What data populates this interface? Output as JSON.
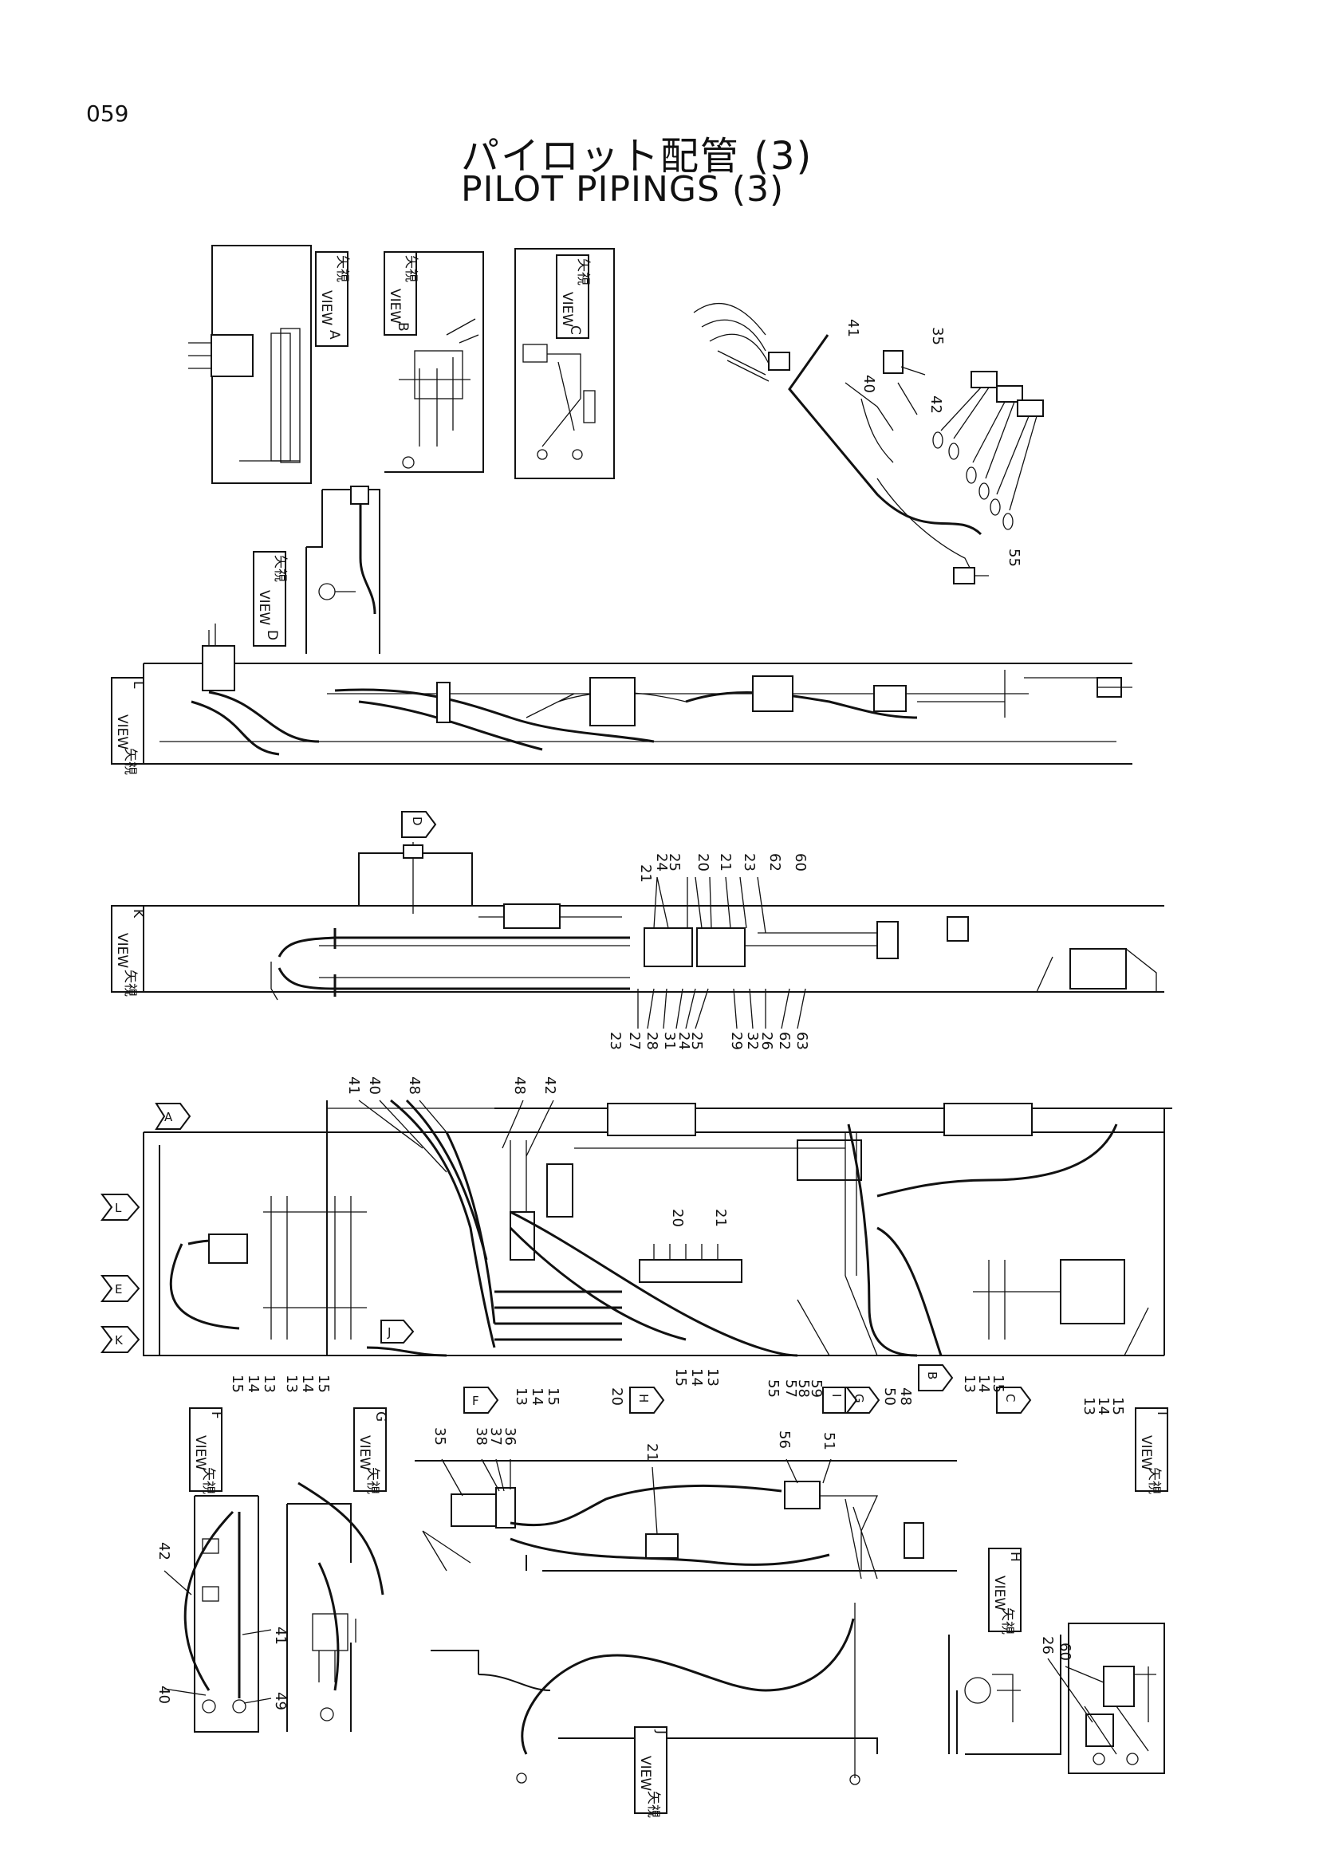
{
  "page_number": "059",
  "title_jp": "パイロット配管 (3)",
  "title_en": "PILOT PIPINGS (3)",
  "view_jp": "矢視",
  "view_en": "VIEW",
  "views": [
    "A",
    "B",
    "C",
    "D",
    "L",
    "K",
    "F",
    "G",
    "H",
    "I",
    "J"
  ],
  "view_arrows": [
    "D",
    "A",
    "L",
    "E",
    "K",
    "J",
    "F",
    "H",
    "I",
    "G",
    "B",
    "C"
  ],
  "callouts": {
    "kit": [
      "41",
      "40",
      "35",
      "42",
      "55"
    ],
    "view_k_top": [
      "21",
      "24",
      "25",
      "20",
      "21",
      "23",
      "62",
      "60"
    ],
    "view_k_bottom": [
      "23",
      "27",
      "28",
      "31",
      "24",
      "25",
      "29",
      "32",
      "26",
      "62",
      "63"
    ],
    "main_top": [
      "41",
      "40",
      "48",
      "48",
      "42",
      "20",
      "21"
    ],
    "main_bottom": [
      "15",
      "14",
      "13",
      "13",
      "14",
      "15",
      "13",
      "14",
      "15",
      "20",
      "15",
      "14",
      "13",
      "55",
      "57",
      "58",
      "59",
      "50",
      "48",
      "13",
      "14",
      "15",
      "13",
      "14",
      "15"
    ],
    "view_g": [
      "35",
      "38",
      "37",
      "36",
      "21",
      "56",
      "51"
    ],
    "view_f": [
      "42",
      "41",
      "40",
      "49"
    ],
    "view_h": [
      "26",
      "60"
    ]
  }
}
